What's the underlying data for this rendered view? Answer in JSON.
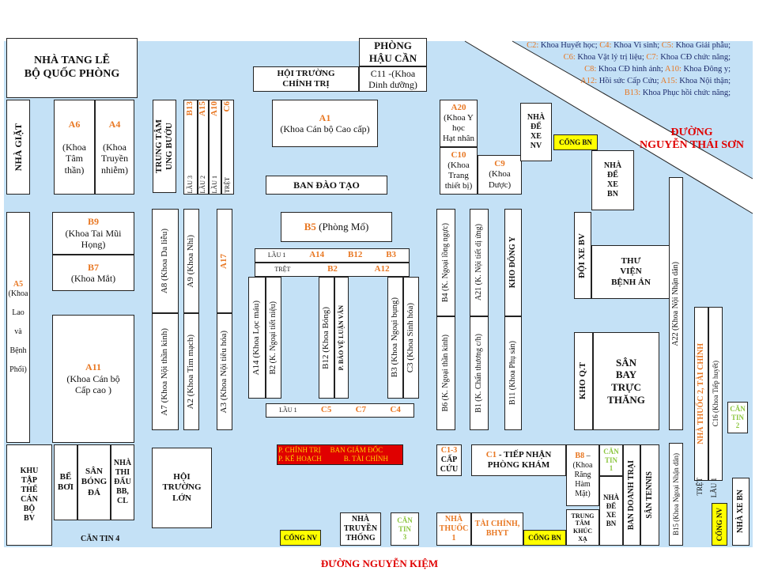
{
  "roads": {
    "nguyen_thai_son": "ĐƯỜNG\nNGUYỄN THÁI SƠN",
    "nguyen_kiem": "ĐƯỜNG NGUYỄN KIỆM"
  },
  "legend": [
    {
      "code": "C2:",
      "name": " Khoa Huyết học; "
    },
    {
      "code": "C4:",
      "name": " Khoa Vi sinh; "
    },
    {
      "code": "C5:",
      "name": " Khoa Giải phẫu;"
    },
    {
      "code": "C6:",
      "name": " Khoa Vật lý trị liệu; "
    },
    {
      "code": "C7:",
      "name": " Khoa CĐ chức năng;"
    },
    {
      "code": "C8:",
      "name": " Khoa CĐ hình ảnh; "
    },
    {
      "code": "A10:",
      "name": " Khoa Đông y;"
    },
    {
      "code": "A12:",
      "name": " Hồi sức Cấp Cứu; "
    },
    {
      "code": "A15:",
      "name": " Khoa Nội thận;"
    },
    {
      "code": "B13:",
      "name": " Khoa Phục hồi chức năng;"
    }
  ],
  "buildings": {
    "nha_tang_le": "NHÀ TANG LỄ\nBỘ QUỐC PHÒNG",
    "phong_hau_can": "PHÒNG\nHẬU CẦN",
    "hoi_truong_chinh_tri": "HỘI TRƯỜNG\nCHÍNH TRỊ",
    "c11": "C11 -(Khoa\nDinh dưỡng)",
    "nha_giat": "NHÀ GIẶT",
    "a6_code": "A6",
    "a6_name": "(Khoa\nTâm\nthần)",
    "a4_code": "A4",
    "a4_name": "(Khoa\nTruyền\nnhiễm)",
    "trung_tam_ung_buou": "TRUNG TÂM\nUNG BƯỚU",
    "b13": "B13",
    "a15": "A15",
    "a10": "A10",
    "c6": "C6",
    "lau3": "LẦU 3",
    "lau2": "LẦU 2",
    "lau1": "LẦU 1",
    "tret": "TRỆT",
    "a1_code": "A1",
    "a1_name": "(Khoa Cán bộ Cao cấp)",
    "ban_dao_tao": "BAN ĐÀO TẠO",
    "a20_code": "A20",
    "a20_name": "(Khoa Y\nhọc\nHạt nhân",
    "c10_code": "C10",
    "c10_name": "(Khoa\nTrang\nthiết bị)",
    "c9_code": "C9",
    "c9_name": "(Khoa\nDược)",
    "nha_de_xe_nv": "NHÀ\nĐỂ\nXE\nNV",
    "cong_bn_top": "CỔNG BN",
    "nha_de_xe_bn_top": "NHÀ\nĐỂ\nXE\nBN",
    "a5_code": "A5",
    "a5_name": "(Khoa\n\nLao\n\nvà\n\nBệnh\n\nPhổi)",
    "b9_code": "B9",
    "b9_name": "(Khoa Tai Mũi\nHọng)",
    "b7_code": "B7",
    "b7_name": "(Khoa Mắt)",
    "a11_code": "A11",
    "a11_name": "(Khoa Cán bộ\nCấp cao )",
    "b5_code": "B5",
    "b5_name": " (Phòng Mổ)",
    "a8": "A8 (Khoa Da liễu)",
    "a9": "A9 (Khoa Nhi)",
    "a17": "A17",
    "a7": "A7 (Khoa Nội thần kinh)",
    "a2": "A2 (Khoa Tim mạch)",
    "a3": "A3 (Khoa Nội tiêu hóa)",
    "a14_b12_b3": {
      "lau1": "LẦU 1",
      "a14": "A14",
      "b12": "B12",
      "b3": "B3"
    },
    "b2_a12": {
      "tret": "TRỆT",
      "b2": "B2",
      "a12": "A12"
    },
    "a14_loc_mau": "A14 (Khoa Lọc máu)",
    "b2_ngoai_tiet_nieu": "B2 (K. Ngoại tiết niệu)",
    "b12_bong": "B12 (Khoa Bỏng)",
    "p_bao_ve_luan_van": "P. BẢO VỆ LUẬN VĂN",
    "b3_ngoai_bung": "B3 (Khoa Ngoại bụng)",
    "c3_sinh_hoa": "C3 (Khoa Sinh hóa)",
    "b4": "B4 (K. Ngoại lồng ngực)",
    "a21": "A21 (K. Nội tiết dị ứng)",
    "kho_dong_y": "KHO ĐÔNG Y",
    "b6": "B6 (K. Ngoại thần kinh)",
    "b1": "B1 (K. Chấn thương c/h)",
    "b11": "B11 (Khoa Phụ sản)",
    "doi_xe_bv": "ĐỘI XE BV",
    "thu_vien": "THƯ\nVIỆN\nBỆNH ÁN",
    "kho_qt": "KHO Q.T",
    "san_bay": "SÂN\nBAY\nTRỰC\nTHĂNG",
    "a22": "A22 (Khoa Nội Nhận dân)",
    "nha_thuoc2": "NHÀ THUỐC 2, TÀI CHÍNH",
    "c16": "C16 (Khoa Tiếp huyết)",
    "can_tin_2": "CĂN\nTIN\n2",
    "c5_c7_c4": {
      "lau1": "LẦU 1",
      "c5": "C5",
      "c7": "C7",
      "c4": "C4"
    },
    "red_block": {
      "p_chinh_tri": "P. CHÍNH TRỊ",
      "ban_giam_doc": "BAN GIÁM ĐỐC",
      "p_ke_hoach": "P. KẾ HOẠCH",
      "b_tai_chinh": "B. TÀI CHÍNH"
    },
    "c13_code": "C1-3",
    "c13_name": "CẤP\nCỨU",
    "c1_code": "C1",
    "c1_name": " - TIẾP NHẬN\nPHÒNG KHÁM",
    "b8_code": "B8",
    "b8_name": " –\n(Khoa\nRăng\nHàm\nMặt)",
    "can_tin_1": "CĂN\nTIN\n1",
    "nha_de_xe_bn": "NHÀ\nĐỂ\nXE\nBN",
    "ban_doanh_trai": "BAN DOANH TRẠI",
    "san_tennis": "SÂN TENNIS",
    "b15": "B15 (Khoa Ngoại Nhận dân)",
    "tret2": "TRỆT",
    "lau1_2": "LẦU 1",
    "khu_tap_the": "KHU\nTẬP\nTHỂ\nCÁN\nBỘ\nBV",
    "be_boi": "BỂ\nBƠI",
    "san_bong_da": "SÂN\nBÓNG\nĐÁ",
    "nha_thi_dau": "NHÀ\nTHI\nĐẤU\nBB,\nCL",
    "can_tin_4": "CĂN TIN 4",
    "hoi_truong_lon": "HỘI\nTRƯỜNG\nLỚN",
    "cong_nv_left": "CỔNG NV",
    "nha_truyen_thong": "NHÀ\nTRUYỀN\nTHỐNG",
    "can_tin_3": "CĂN\nTIN\n3",
    "nha_thuoc_1": "NHÀ\nTHUỐC\n1",
    "tai_chinh_bhyt": "TÀI CHÍNH,\nBHYT",
    "cong_bn_bottom": "CỔNG BN",
    "trung_tam_khuc_xa": "TRUNG\nTÂM\nKHÚC\nXẠ",
    "cong_nv_right": "CỔNG NV",
    "nha_xe_bn": "NHÀ XE BN"
  },
  "colors": {
    "ground": "#c4e1f6",
    "code_orange": "#e87722",
    "canteen_green": "#8cc63f",
    "road_red": "#e00000",
    "gate_yellow": "#ffff00"
  }
}
